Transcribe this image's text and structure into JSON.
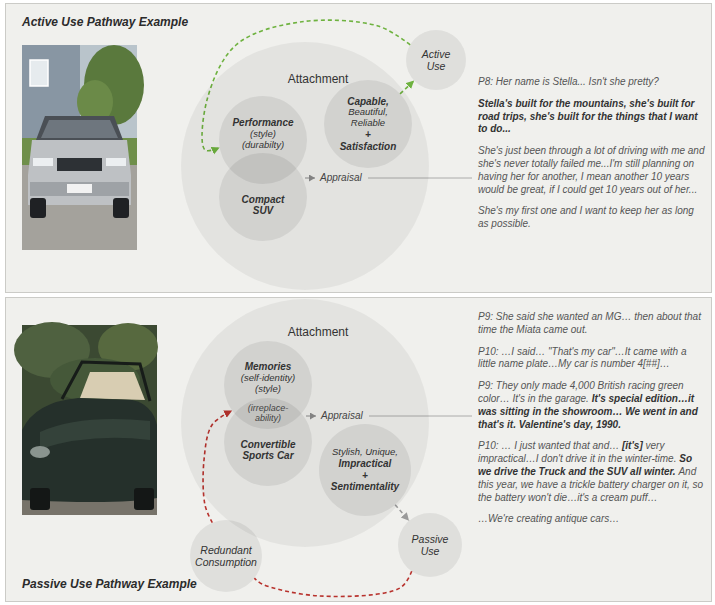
{
  "diagram": {
    "nodes": [
      {
        "text": [
          "Active Use Pathway Example"
        ]
      },
      {
        "text": [
          "Attachment"
        ],
        "in": 0
      },
      {
        "text": [
          "Performance",
          "(style) (durabilty)"
        ],
        "in": 1
      },
      {
        "text": [
          "Compact SUV"
        ],
        "in": 1
      },
      {
        "text": [
          "Capable,",
          "Beautiful, Reliable",
          "+ Satisfaction"
        ],
        "in": 1
      },
      {
        "text": [
          "Active Use"
        ],
        "in": 0
      },
      {
        "text": [
          "Passive Use Pathway Example"
        ]
      },
      {
        "text": [
          "Attachment"
        ],
        "in": 6
      },
      {
        "text": [
          "Memories",
          "(self-identity) (style)"
        ],
        "in": 7
      },
      {
        "text": [
          "Convertible Sports Car"
        ],
        "in": 7
      },
      {
        "text": [
          "Stylish, Unique,",
          "Impractical",
          "+ Sentimentality"
        ],
        "in": 7
      },
      {
        "text": [
          "Passive Use"
        ],
        "in": 6
      },
      {
        "text": [
          "Redundant Consumption"
        ],
        "in": 6
      }
    ],
    "edges": [
      {
        "from": 5,
        "to": 2,
        "arrow": "to"
      },
      {
        "from": 4,
        "to": 5,
        "arrow": "to"
      },
      {
        "from": 10,
        "to": 11,
        "arrow": "to"
      },
      {
        "from": 11,
        "to": 12,
        "arrow": "none"
      },
      {
        "from": 12,
        "to": 8,
        "arrow": "to"
      }
    ],
    "labels": [
      "Appraisal",
      "P8: Her name is Stella... Isn't she pretty?",
      "Stella's built for the mountains, she's built for road trips, she's built for the things that I want to do...",
      "She's just been through a lot of driving with me and she's never totally failed me...I'm still planning on having her for another, I mean another 10 years would be great, if I could get 10 years out of her...",
      "She's my first one and I want to keep her as long as possible.",
      "(irreplace-ability)",
      "Appraisal",
      "P9: She said she wanted an MG… then about that time the Miata came out.",
      "P10: …I said… \"That's my car\"…It came with a little name plate…My car is number 4[##]…",
      "P9: They only made 4,000 British racing green color… It's in the garage.",
      "It's special edition…it was sitting in the showroom… We went in and that's it. Valentine's day, 1990.",
      "P10: … I just wanted that and…",
      "[it's]",
      "very impractical…I don't drive it in the winter-time.",
      "So we drive the Truck and the SUV all winter.",
      "And this year, we have a trickle battery charger on it, so the battery won't die…it's a cream puff…",
      "…We're creating antique cars…"
    ]
  }
}
